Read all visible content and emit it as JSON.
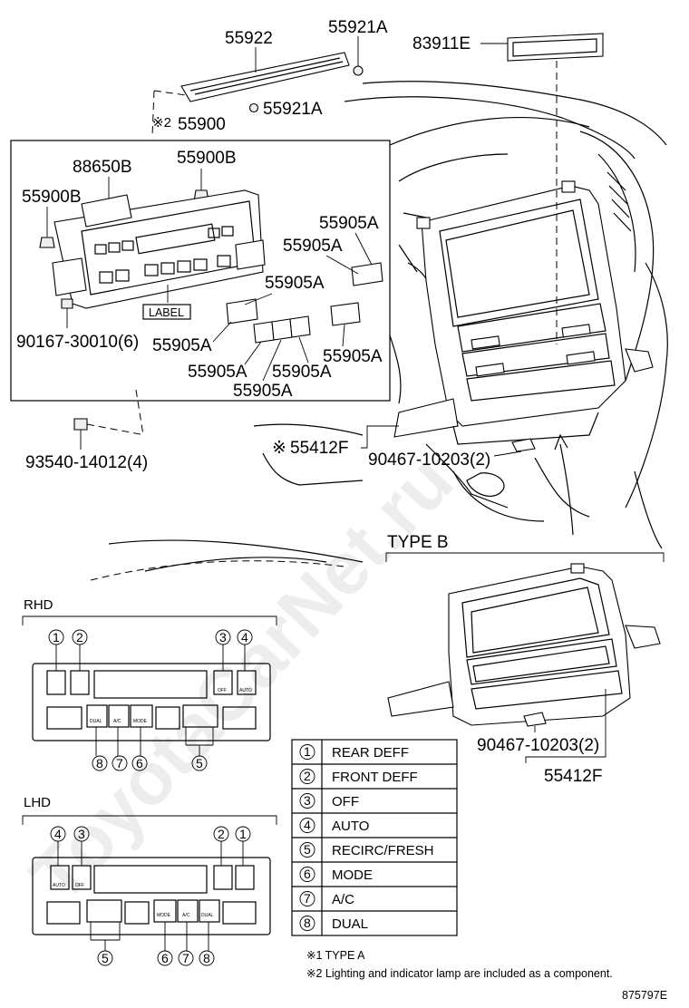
{
  "parts": {
    "p55922": "55922",
    "p55921a_top": "55921A",
    "p55921a_mid": "55921A",
    "p83911e": "83911E",
    "p55900": "55900",
    "p55900_mark": "※2",
    "p88650b": "88650B",
    "p55900b_right": "55900B",
    "p55900b_left": "55900B",
    "p55905a_1": "55905A",
    "p55905a_2": "55905A",
    "p55905a_3": "55905A",
    "p55905a_4": "55905A",
    "p55905a_5": "55905A",
    "p55905a_6": "55905A",
    "p55905a_7": "55905A",
    "p55905a_8": "55905A",
    "label_tag": "LABEL",
    "p90167": "90167-30010(6)",
    "p93540": "93540-14012(4)",
    "p55412f_mark": "※",
    "p55412f_top": "55412F",
    "p90467_top": "90467-10203(2)",
    "type_b": "TYPE B",
    "p90467_b": "90467-10203(2)",
    "p55412f_b": "55412F"
  },
  "panels": {
    "rhd": "RHD",
    "lhd": "LHD"
  },
  "button_text": {
    "auto": "AUTO",
    "off": "OFF",
    "dual": "DUAL",
    "ac": "A/C",
    "mode": "MODE"
  },
  "callouts": {
    "rhd_top": [
      "1",
      "2",
      "3",
      "4"
    ],
    "rhd_bottom": [
      "8",
      "7",
      "6",
      "5"
    ],
    "lhd_top": [
      "4",
      "3",
      "2",
      "1"
    ],
    "lhd_bottom": [
      "5",
      "6",
      "7",
      "8"
    ]
  },
  "legend": [
    {
      "num": "1",
      "text": "REAR DEFF"
    },
    {
      "num": "2",
      "text": "FRONT DEFF"
    },
    {
      "num": "3",
      "text": "OFF"
    },
    {
      "num": "4",
      "text": "AUTO"
    },
    {
      "num": "5",
      "text": "RECIRC/FRESH"
    },
    {
      "num": "6",
      "text": "MODE"
    },
    {
      "num": "7",
      "text": "A/C"
    },
    {
      "num": "8",
      "text": "DUAL"
    }
  ],
  "notes": {
    "note1": "※1 TYPE A",
    "note2": "※2 Lighting and indicator lamp are included as a component."
  },
  "diagram_code": "875797E",
  "watermark": "ToyotaCarNet.ru"
}
